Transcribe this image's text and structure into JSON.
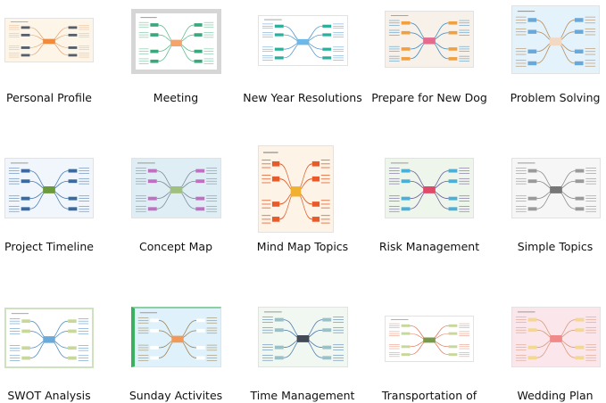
{
  "templates": [
    {
      "label": "Personal Profile",
      "bg": "#fdf6e8",
      "center": "#f08a3c",
      "branch": "#e0a070",
      "node": "#555e6a"
    },
    {
      "label": "Meeting",
      "bg": "#ffffff",
      "center": "#f6a36a",
      "branch": "#5cb88a",
      "node": "#3aa87a"
    },
    {
      "label": "New Year Resolutions",
      "bg": "#ffffff",
      "center": "#6cb8e8",
      "branch": "#4a90c8",
      "node": "#2ab09a"
    },
    {
      "label": "Prepare for New Dog",
      "bg": "#f7f1ea",
      "center": "#e46a8e",
      "branch": "#3a8ac0",
      "node": "#f0a040"
    },
    {
      "label": "Problem Solving",
      "bg": "#e4f2fb",
      "center": "#f3d8c4",
      "branch": "#b89060",
      "node": "#6aa8d8"
    },
    {
      "label": "Project Timeline",
      "bg": "#f0f6fb",
      "center": "#6a9a3a",
      "branch": "#4a7ab0",
      "node": "#3a6aa0"
    },
    {
      "label": "Concept Map",
      "bg": "#dfeef4",
      "center": "#a0c080",
      "branch": "#7a8a9a",
      "node": "#c070c0"
    },
    {
      "label": "Mind Map Topics",
      "bg": "#fdf3e6",
      "center": "#f0b030",
      "branch": "#e06030",
      "node": "#e85a2a"
    },
    {
      "label": "Risk Management",
      "bg": "#eef5ea",
      "center": "#e04a6a",
      "branch": "#6a5a9a",
      "node": "#4ab0d8"
    },
    {
      "label": "Simple Topics",
      "bg": "#f6f6f6",
      "center": "#777777",
      "branch": "#8a8a8a",
      "node": "#9a9a9a"
    },
    {
      "label": "SWOT Analysis",
      "bg": "#ffffff",
      "center": "#6aaad8",
      "branch": "#4a8ac0",
      "node": "#c8d89a"
    },
    {
      "label": "Sunday Activites",
      "bg": "#dff1fa",
      "center": "#f09a5a",
      "branch": "#a08050",
      "node": "#ffffff"
    },
    {
      "label": "Time Management",
      "bg": "#f1f7f1",
      "center": "#444a55",
      "branch": "#4a7ab0",
      "node": "#9ac0c8"
    },
    {
      "label": "Transportation of",
      "bg": "#ffffff",
      "center": "#7a9a4a",
      "branch": "#e07050",
      "node": "#c8d89a"
    },
    {
      "label": "Wedding Plan",
      "bg": "#fbe6ec",
      "center": "#f08a8a",
      "branch": "#d89a7a",
      "node": "#f2d890"
    }
  ]
}
